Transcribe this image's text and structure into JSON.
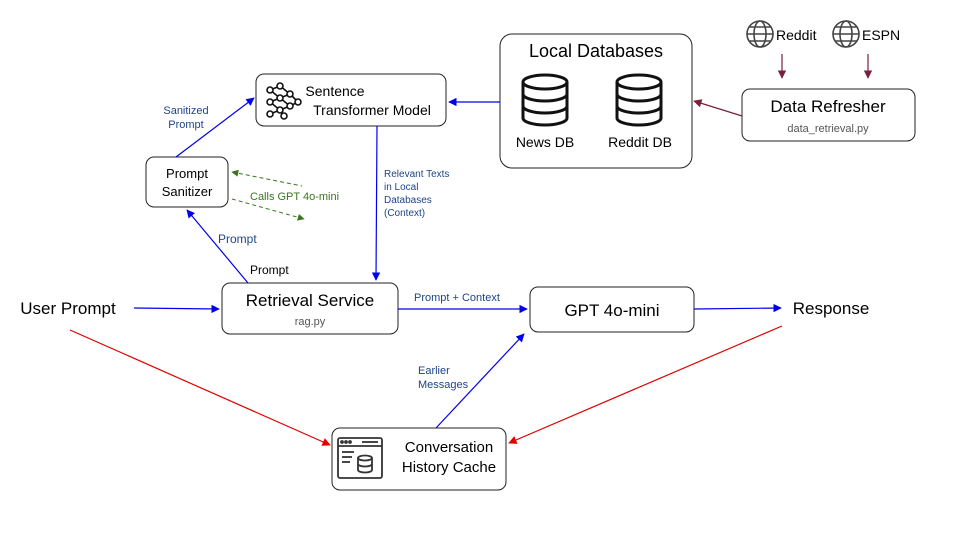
{
  "nodes": {
    "local_databases": {
      "title": "Local Databases",
      "news_db": "News DB",
      "reddit_db": "Reddit DB"
    },
    "sentence_model": {
      "line1": "Sentence",
      "line2": "Transformer Model"
    },
    "prompt_sanitizer": {
      "line1": "Prompt",
      "line2": "Sanitizer"
    },
    "retrieval_service": {
      "title": "Retrieval Service",
      "file": "rag.py"
    },
    "gpt": {
      "title": "GPT 4o-mini"
    },
    "data_refresher": {
      "title": "Data Refresher",
      "file": "data_retrieval.py"
    },
    "conversation_cache": {
      "line1": "Conversation",
      "line2": "History Cache"
    },
    "user_prompt": "User Prompt",
    "response": "Response",
    "reddit_source": "Reddit",
    "espn_source": "ESPN"
  },
  "edge_labels": {
    "sanitized_prompt": [
      "Sanitized",
      "Prompt"
    ],
    "calls_gpt": "Calls GPT 4o-mini",
    "relevant_texts": [
      "Relevant Texts",
      "in Local",
      "Databases",
      "(Context)"
    ],
    "prompt_up": "Prompt",
    "prompt_in": "Prompt",
    "prompt_context": "Prompt + Context",
    "earlier_messages": [
      "Earlier",
      "Messages"
    ]
  },
  "icons": [
    "neural-network-icon",
    "database-icon",
    "globe-icon",
    "cache-window-icon"
  ],
  "colors": {
    "blue_edge": "#0000ee",
    "red_edge": "#e00000",
    "green_edge": "#38761d",
    "maroon_edge": "#7b1f3a",
    "blue_label": "#1c4587",
    "box_border": "#222222"
  }
}
